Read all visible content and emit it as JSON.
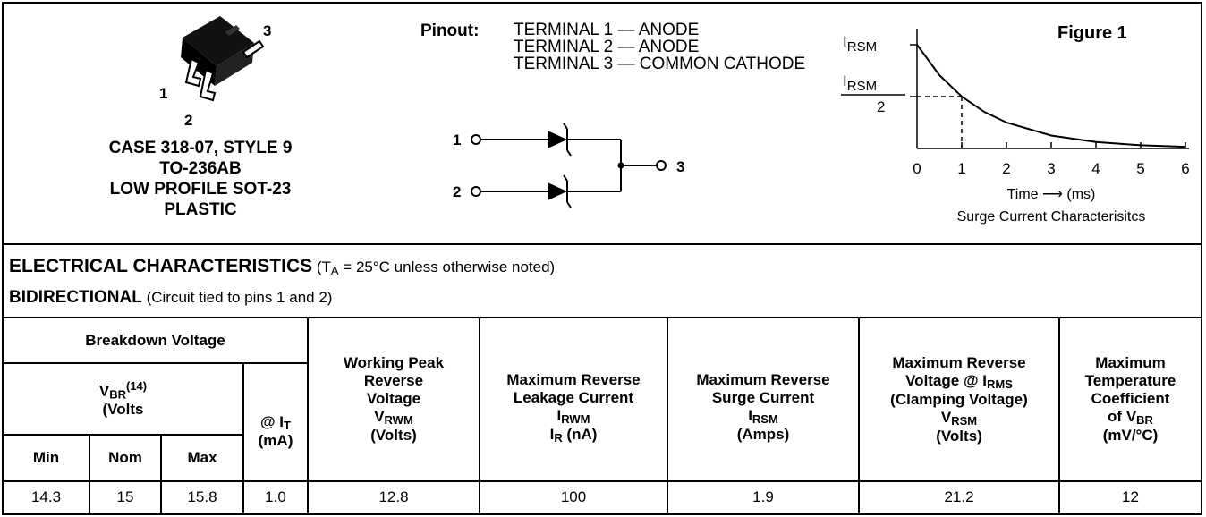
{
  "package": {
    "pin_labels": [
      "1",
      "2",
      "3"
    ],
    "lines": [
      "CASE 318-07, STYLE 9",
      "TO-236AB",
      "LOW PROFILE SOT-23",
      "PLASTIC"
    ]
  },
  "pinout": {
    "label": "Pinout:",
    "lines": [
      "TERMINAL  1 — ANODE",
      "TERMINAL  2 — ANODE",
      "TERMINAL  3 — COMMON CATHODE"
    ],
    "node_labels": [
      "1",
      "2",
      "3"
    ]
  },
  "figure": {
    "title": "Figure 1",
    "caption": "Surge Current  Characterisitcs",
    "xlabel": "Time ⟶ (ms)",
    "y_top_label": "I",
    "y_top_sub": "RSM",
    "y_mid_label": "I",
    "y_mid_sub": "RSM",
    "y_mid_den": "2"
  },
  "chart_data": {
    "type": "line",
    "title": "Figure 1",
    "xlabel": "Time ⟶ (ms)",
    "ylabel": "",
    "x_ticks": [
      "0",
      "1",
      "2",
      "3",
      "4",
      "5",
      "6"
    ],
    "xlim": [
      0,
      6
    ],
    "ylim": [
      0,
      1
    ],
    "series": [
      {
        "x": [
          0,
          0.5,
          1,
          1.5,
          2,
          3,
          4,
          5,
          6
        ],
        "y": [
          1,
          0.707,
          0.5,
          0.354,
          0.25,
          0.125,
          0.0625,
          0.031,
          0.016
        ]
      }
    ],
    "annotation": {
      "x": 1,
      "y": 0.5
    }
  },
  "ec": {
    "title": "ELECTRICAL CHARACTERISTICS",
    "cond_pre": "(T",
    "cond_sub": "A",
    "cond_post": " = 25°C unless otherwise noted)",
    "sub_title": "BIDIRECTIONAL",
    "sub_cond": "(Circuit tied to pins 1 and 2)"
  },
  "table": {
    "breakdown": "Breakdown Voltage",
    "vbr_main": "V",
    "vbr_sub": "BR",
    "vbr_sup": "(14)",
    "vbr_unit": "(Volts",
    "min": "Min",
    "nom": "Nom",
    "max": "Max",
    "it_pre": "@ I",
    "it_sub": "T",
    "it_unit": "(mA)",
    "wpr_lines": [
      "Working Peak",
      "Reverse",
      "Voltage"
    ],
    "wpr_sym": "V",
    "wpr_sub": "RWM",
    "wpr_unit": "(Volts)",
    "mrl_lines": [
      "Maximum Reverse",
      "Leakage Current"
    ],
    "mrl_sym": "I",
    "mrl_sub": "RWM",
    "mrl_sym2": "I",
    "mrl_sub2": "R",
    "mrl_unit": " (nA)",
    "mrs_lines": [
      "Maximum Reverse",
      "Surge Current"
    ],
    "mrs_sym": "I",
    "mrs_sub": "RSM",
    "mrs_unit": "(Amps)",
    "mrv_l1": "Maximum Reverse",
    "mrv_l2": "Voltage @ I",
    "mrv_l2_sub": "RMS",
    "mrv_l3": "(Clamping Voltage)",
    "mrv_sym": "V",
    "mrv_sub": "RSM",
    "mrv_unit": "(Volts)",
    "mtc_lines": [
      "Maximum",
      "Temperature",
      "Coefficient"
    ],
    "mtc_l4": "of V",
    "mtc_l4_sub": "BR",
    "mtc_unit": "(mV/°C)",
    "row": [
      "14.3",
      "15",
      "15.8",
      "1.0",
      "12.8",
      "100",
      "1.9",
      "21.2",
      "12"
    ]
  }
}
